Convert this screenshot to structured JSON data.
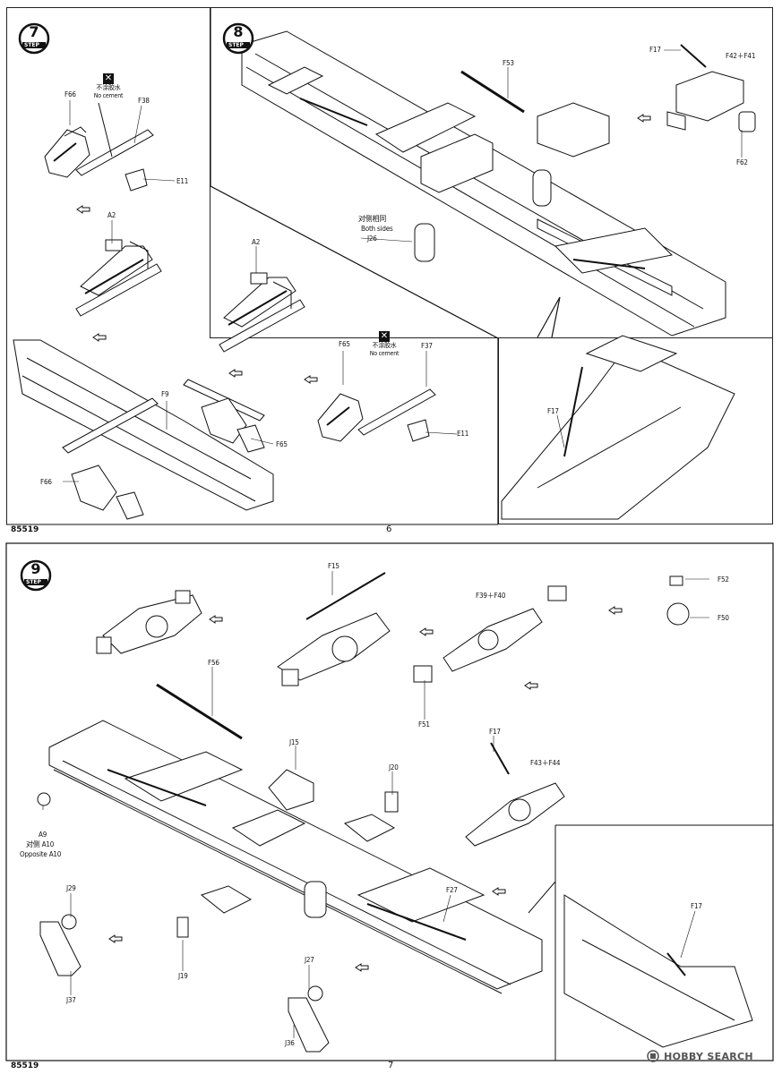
{
  "page_top": {
    "code": "85519",
    "page_number": "6",
    "step7": {
      "number": "7",
      "word": "STEP",
      "labels": {
        "F66_a": "F66",
        "F38": "F38",
        "E11_a": "E11",
        "A2_a": "A2",
        "A2_b": "A2",
        "F9": "F9",
        "F65_a": "F65",
        "F66_b": "F66",
        "F65_b": "F65",
        "F37": "F37",
        "E11_b": "E11"
      },
      "no_cement_1": {
        "cn": "不涂胶水",
        "en": "No cement"
      },
      "no_cement_2": {
        "cn": "不涂胶水",
        "en": "No cement"
      }
    },
    "step8": {
      "number": "8",
      "word": "STEP",
      "labels": {
        "F53": "F53",
        "F17_a": "F17",
        "F42_F41": "F42＋F41",
        "F62": "F62",
        "J26": "J26",
        "F17_b": "F17"
      },
      "both_sides": {
        "cn": "对侧相同",
        "en": "Both sides"
      }
    }
  },
  "page_bottom": {
    "code": "85519",
    "page_number": "7",
    "step9": {
      "number": "9",
      "word": "STEP",
      "labels": {
        "F15": "F15",
        "F39_F40": "F39＋F40",
        "F52": "F52",
        "F50": "F50",
        "F56": "F56",
        "F51": "F51",
        "F17_a": "F17",
        "F43_F44": "F43＋F44",
        "J15": "J15",
        "J20": "J20",
        "A9": "A9",
        "A10_cn": "对侧  A10",
        "A10_en": "Opposite A10",
        "J29": "J29",
        "J37": "J37",
        "J19": "J19",
        "F27": "F27",
        "J27": "J27",
        "J36": "J36",
        "F17_b": "F17"
      }
    },
    "watermark": "HOBBY SEARCH"
  }
}
